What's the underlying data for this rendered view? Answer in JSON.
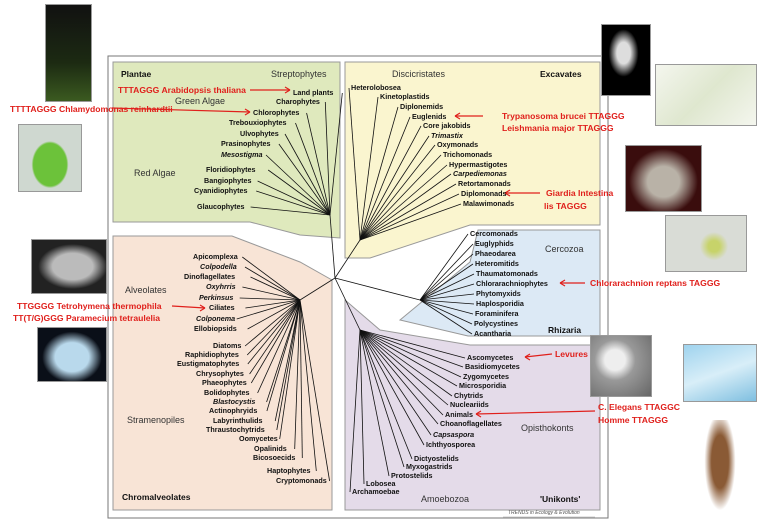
{
  "colors": {
    "plantae": "#dfe9bd",
    "excavates": "#faf5cf",
    "rhizaria": "#dce9f5",
    "unikonts": "#e4dbe9",
    "chromalveolates": "#f8e4d6",
    "annotation": "#e0201c"
  },
  "supergroups": {
    "plantae": "Plantae",
    "excavates": "Excavates",
    "rhizaria": "Rhizaria",
    "unikonts": "'Unikonts'",
    "chromalveolates": "Chromalveolates"
  },
  "groups": {
    "streptophytes": "Streptophytes",
    "green_algae": "Green Algae",
    "red_algae": "Red Algae",
    "discicristates": "Discicristates",
    "cercozoa": "Cercozoa",
    "opisthokonts": "Opisthokonts",
    "amoebozoa": "Amoebozoa",
    "alveolates": "Alveolates",
    "stramenopiles": "Stramenopiles"
  },
  "taxa": {
    "plantae": [
      "Land plants",
      "Charophytes",
      "Chlorophytes",
      "Trebouxiophytes",
      "Ulvophytes",
      "Prasinophytes",
      "Mesostigma",
      "Floridiophytes",
      "Bangiophytes",
      "Cyanidiophytes",
      "Glaucophytes"
    ],
    "excavates": [
      "Heterolobosea",
      "Kinetoplastids",
      "Diplonemids",
      "Euglenids",
      "Core jakobids",
      "Trimastix",
      "Oxymonads",
      "Trichomonads",
      "Hypermastigotes",
      "Carpediemonas",
      "Retortamonads",
      "Diplomonads",
      "Malawimonads"
    ],
    "rhizaria": [
      "Cercomonads",
      "Euglyphids",
      "Phaeodarea",
      "Heteromitids",
      "Thaumatomonads",
      "Chlorarachniophytes",
      "Phytomyxids",
      "Haplosporidia",
      "Foraminifera",
      "Polycystines",
      "Acantharia"
    ],
    "unikonts": [
      "Ascomycetes",
      "Basidiomycetes",
      "Zygomycetes",
      "Microsporidia",
      "Chytrids",
      "Nucleariids",
      "Animals",
      "Choanoflagellates",
      "Capsaspora",
      "Ichthyosporea",
      "Dictyostelids",
      "Myxogastrids",
      "Protostelids",
      "Lobosea",
      "Archamoebae"
    ],
    "chromalveolates": [
      "Apicomplexa",
      "Colpodella",
      "Dinoflagellates",
      "Oxyhrris",
      "Perkinsus",
      "Ciliates",
      "Colponema",
      "Ellobiopsids",
      "Diatoms",
      "Raphidiophytes",
      "Eustigmatophytes",
      "Chrysophytes",
      "Phaeophytes",
      "Bolidophytes",
      "Blastocystis",
      "Actinophryids",
      "Labyrinthulids",
      "Thraustochytrids",
      "Oomycetes",
      "Opalinids",
      "Bicosoecids",
      "Haptophytes",
      "Cryptomonads"
    ]
  },
  "annotations": {
    "arabidopsis": "TTTAGGG Arabidopsis thaliana",
    "chlamydomonas": "TTTTAGGG Chlamydomonas reinhardtii",
    "trypanosoma": "Trypanosoma brucei TTAGGG",
    "leishmania": "Leishmania major TTAGGG",
    "giardia_1": "Giardia Intestina",
    "giardia_2": "lis TAGGG",
    "chlorarachnion": "Chlorarachnion reptans TAGGG",
    "tetrahymena": "TTGGGG Tetrohymena thermophila",
    "paramecium": "TT(T/G)GGG Paramecium tetraulelia",
    "levures": "Levures",
    "c_elegans": "C. Elegans TTAGGC",
    "homme": "Homme TTAGGG"
  },
  "credit": "TRENDS in Ecology & Evolution"
}
